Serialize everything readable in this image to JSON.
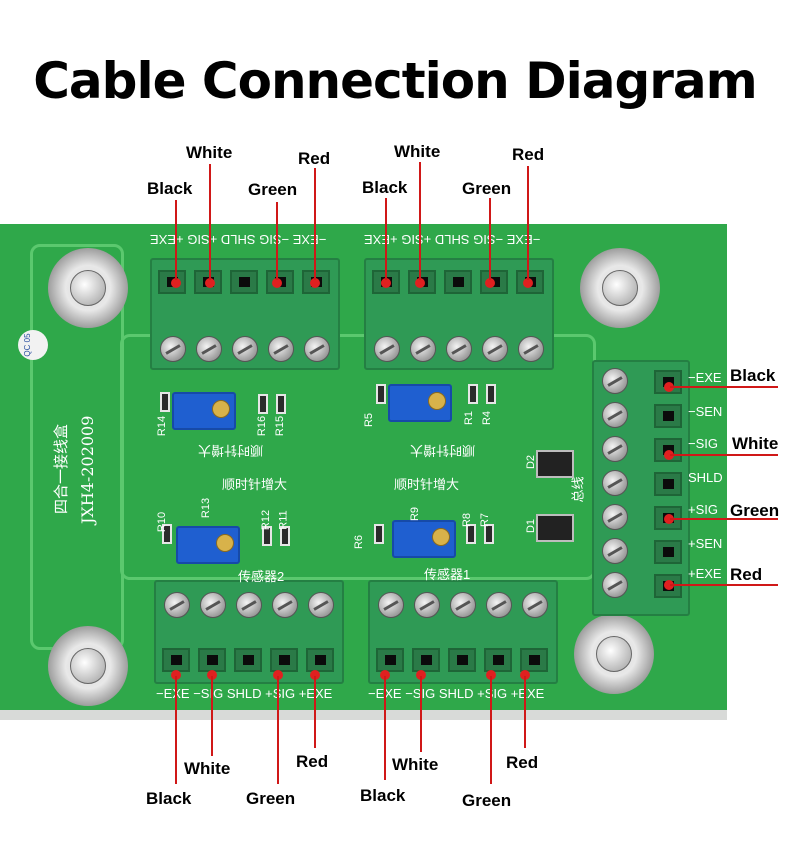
{
  "title": "Cable Connection Diagram",
  "board": {
    "top_left_pins": "−EXE −SIG SHLD +SIG +EXE",
    "top_right_pins": "−EXE −SIG SHLD +SIG +EXE",
    "bottom_left_pins": "−EXE −SIG SHLD +SIG +EXE",
    "bottom_right_pins": "−EXE −SIG SHLD +SIG +EXE",
    "right_pins": [
      "−EXE",
      "−SEN",
      "−SIG",
      "SHLD",
      "+SIG",
      "+SEN",
      "+EXE"
    ],
    "model": "JXH4-202009",
    "board_name": "四合一接线盒",
    "qc_stamp": "QC 05",
    "sensor1": "传感器1",
    "sensor2": "传感器2",
    "clockwise_left": "顺时针增大",
    "clockwise_right": "顺时针增大",
    "bus": "总线",
    "silk_r13": "R13",
    "silk_r9": "R9",
    "silk_r1": "R1",
    "silk_r4": "R4",
    "silk_r5": "R5",
    "silk_r6": "R6",
    "silk_r7": "R7",
    "silk_r8": "R8",
    "silk_r10": "R10",
    "silk_r11": "R11",
    "silk_r12": "R12",
    "silk_r14": "R14",
    "silk_r15": "R15",
    "silk_r16": "R16",
    "silk_d1": "D1",
    "silk_d2": "D2"
  },
  "labels": {
    "top_left": {
      "black": "Black",
      "white": "White",
      "green": "Green",
      "red": "Red"
    },
    "top_right": {
      "black": "Black",
      "white": "White",
      "green": "Green",
      "red": "Red"
    },
    "bottom_left": {
      "black": "Black",
      "white": "White",
      "green": "Green",
      "red": "Red"
    },
    "bottom_right": {
      "black": "Black",
      "white": "White",
      "green": "Green",
      "red": "Red"
    },
    "right": {
      "black": "Black",
      "white": "White",
      "green": "Green",
      "red": "Red"
    }
  },
  "colors": {
    "board": "#2fa84a",
    "terminal": "#2f9a55",
    "marker": "#e02020"
  }
}
